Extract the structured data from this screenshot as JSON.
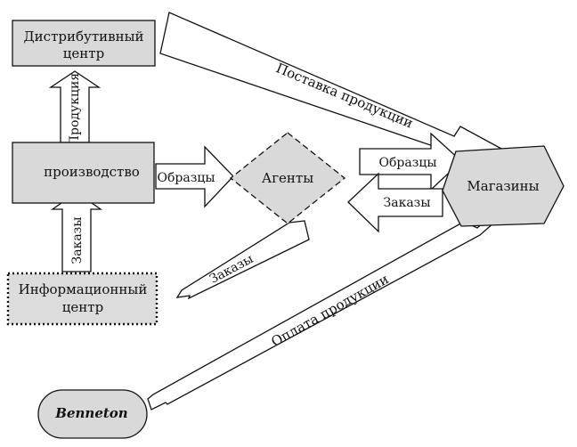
{
  "nodes": {
    "distribution": {
      "line1": "Дистрибутивный",
      "line2": "центр"
    },
    "production": {
      "label": "производство"
    },
    "agents": {
      "label": "Агенты"
    },
    "stores": {
      "label": "Магазины"
    },
    "info_center": {
      "line1": "Информационный",
      "line2": "центр"
    },
    "benneton": {
      "label": "Benneton"
    }
  },
  "arrows": {
    "production_up": "Продукция",
    "orders_up": "Заказы",
    "samples_to_agents": "Образцы",
    "samples_to_stores": "Образцы",
    "orders_from_stores": "Заказы",
    "orders_to_info": "Заказы",
    "delivery": "Поставка продукции",
    "payment": "Оплата продукции"
  },
  "colors": {
    "box_fill": "#d9d9d9",
    "stroke": "#111111",
    "arrow_fill": "#ffffff"
  }
}
